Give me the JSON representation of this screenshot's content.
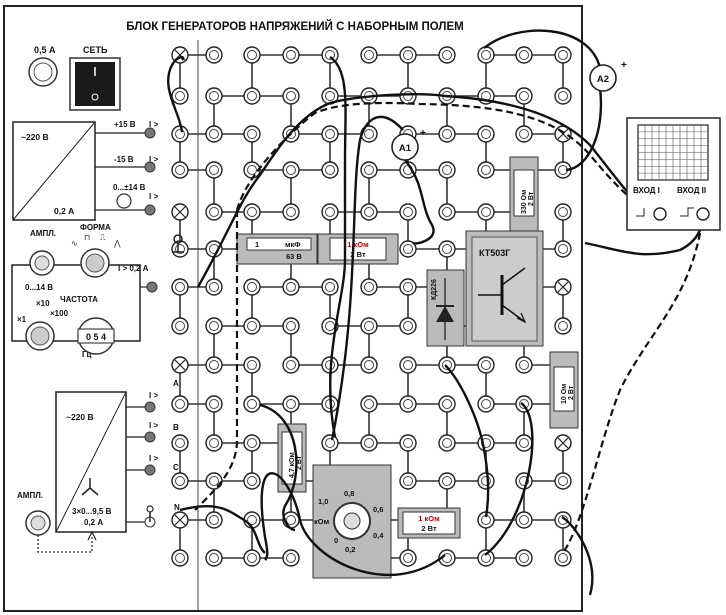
{
  "panel": {
    "title": "БЛОК ГЕНЕРАТОРОВ НАПРЯЖЕНИЙ С НАБОРНЫМ ПОЛЕМ",
    "fuse_label": "0,5 А",
    "power_switch_label": "СЕТЬ"
  },
  "psu": {
    "mains": "~220 В",
    "current": "0,2 А",
    "plus15": "+15 В",
    "minus15": "-15 В",
    "adj_top": "0...±14 В",
    "adj_bottom": "0...14 В",
    "out_marker": "I >"
  },
  "generator": {
    "ampl_label": "АМПЛ.",
    "form_label": "ФОРМА",
    "freq_label": "ЧАСТОТА",
    "range_x1": "×1",
    "range_x10": "×10",
    "range_x100": "×100",
    "freq_display": "0 5 4",
    "freq_unit": "Гц",
    "range_out": "0...14 В",
    "out_label": "I > 0,2 А"
  },
  "three_phase": {
    "mains": "~220 В",
    "rating": "3×0...9,5 В",
    "current": "0,2 А",
    "ampl_label": "АМПЛ.",
    "phase_a": "А",
    "phase_b": "В",
    "phase_c": "С",
    "neutral": "N"
  },
  "components": {
    "capacitor": {
      "value": "1",
      "unit": "мкФ",
      "voltage": "63 В"
    },
    "resistor_1k_top": {
      "value": "1 кОм",
      "power": "2 Вт"
    },
    "resistor_330": {
      "value": "330 Ом",
      "power": "2 Вт"
    },
    "resistor_10": {
      "value": "10 Ом",
      "power": "2 Вт"
    },
    "resistor_4k7": {
      "value": "4,7 кОм",
      "power": "2 Вт"
    },
    "resistor_1k_bottom": {
      "value": "1 кОм",
      "power": "2 Вт"
    },
    "diode": "КД226",
    "transistor": "КТ503Г",
    "pot_unit": "кОм",
    "pot_scale": [
      "0",
      "0,2",
      "0,4",
      "0,6",
      "0,8",
      "1,0"
    ]
  },
  "meters": {
    "a1": "A1",
    "a2": "A2",
    "plus": "+"
  },
  "oscilloscope": {
    "input1": "ВХОД I",
    "input2": "ВХОД II"
  }
}
